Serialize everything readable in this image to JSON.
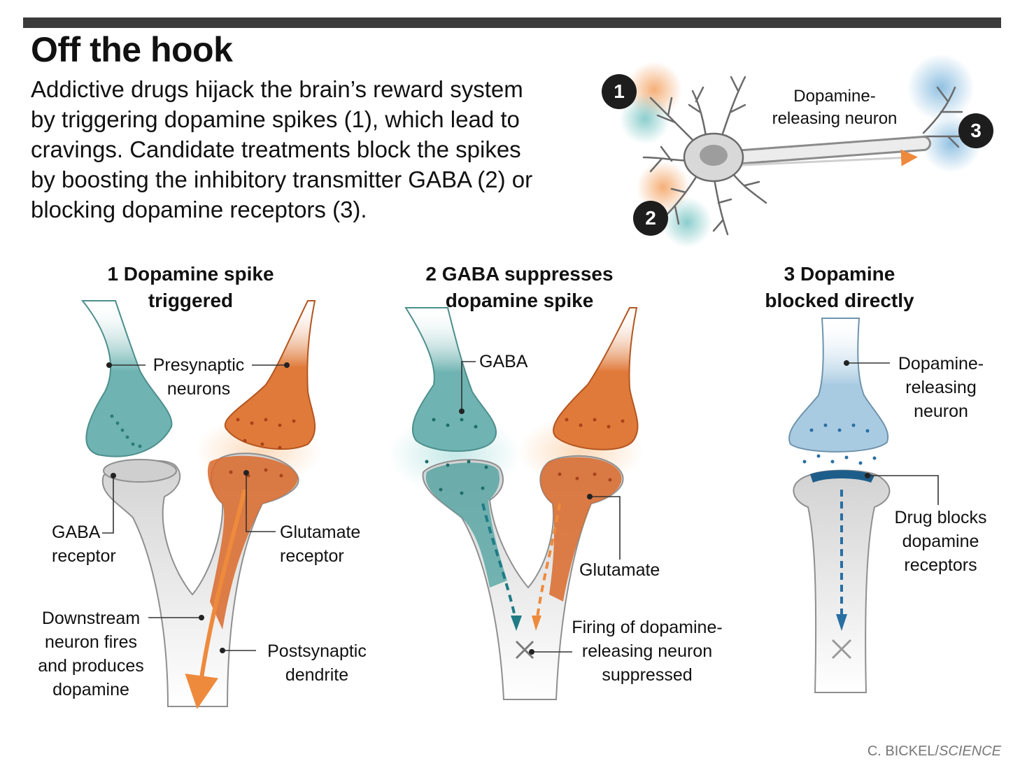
{
  "header": {
    "title": "Off the hook",
    "intro_lines": [
      "Addictive drugs hijack the brain’s reward system",
      "by triggering dopamine spikes (1), which lead to",
      "cravings. Candidate treatments block the spikes",
      "by boosting the inhibitory transmitter GABA (2) or",
      "blocking dopamine receptors (3)."
    ]
  },
  "neuron_overview": {
    "badges": [
      "1",
      "2",
      "3"
    ],
    "label_lines": [
      "Dopamine-",
      "releasing neuron"
    ]
  },
  "panels": [
    {
      "title_lines": [
        "1 Dopamine spike",
        "triggered"
      ],
      "labels": {
        "presynaptic": [
          "Presynaptic",
          "neurons"
        ],
        "gaba_receptor": [
          "GABA",
          "receptor"
        ],
        "glutamate_receptor": [
          "Glutamate",
          "receptor"
        ],
        "downstream": [
          "Downstream",
          "neuron fires",
          "and produces",
          "dopamine"
        ],
        "postsynaptic": [
          "Postsynaptic",
          "dendrite"
        ]
      }
    },
    {
      "title_lines": [
        "2 GABA suppresses",
        "dopamine spike"
      ],
      "labels": {
        "gaba": "GABA",
        "glutamate": "Glutamate",
        "firing": [
          "Firing of dopamine-",
          "releasing neuron",
          "suppressed"
        ]
      }
    },
    {
      "title_lines": [
        "3 Dopamine",
        "blocked directly"
      ],
      "labels": {
        "neuron": [
          "Dopamine-",
          "releasing",
          "neuron"
        ],
        "drug": [
          "Drug blocks",
          "dopamine",
          "receptors"
        ]
      }
    }
  ],
  "credit": {
    "name": "C. BICKEL/",
    "source": "SCIENCE"
  },
  "colors": {
    "teal": "#5fa9a8",
    "orange": "#d9692a",
    "blue": "#8fbcd9",
    "gray": "#dcdcdc",
    "dark": "#1d1d1d"
  }
}
